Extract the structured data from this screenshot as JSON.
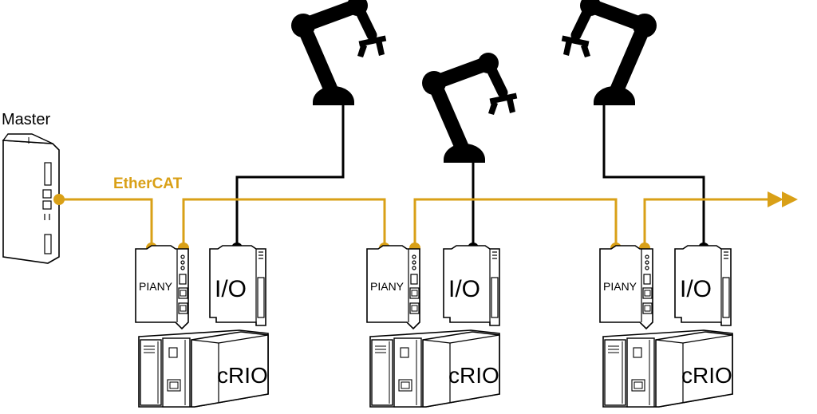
{
  "labels": {
    "master": "Master",
    "bus": "EtherCAT",
    "gateway": "PIANY",
    "io": "I/O",
    "controller": "cRIO"
  },
  "colors": {
    "bus": "#d9a017",
    "control": "#000000",
    "outline": "#000000",
    "fill": "#ffffff"
  },
  "icons": {
    "robot": "robot-arm-icon",
    "bus_end": "double-arrow-icon"
  }
}
